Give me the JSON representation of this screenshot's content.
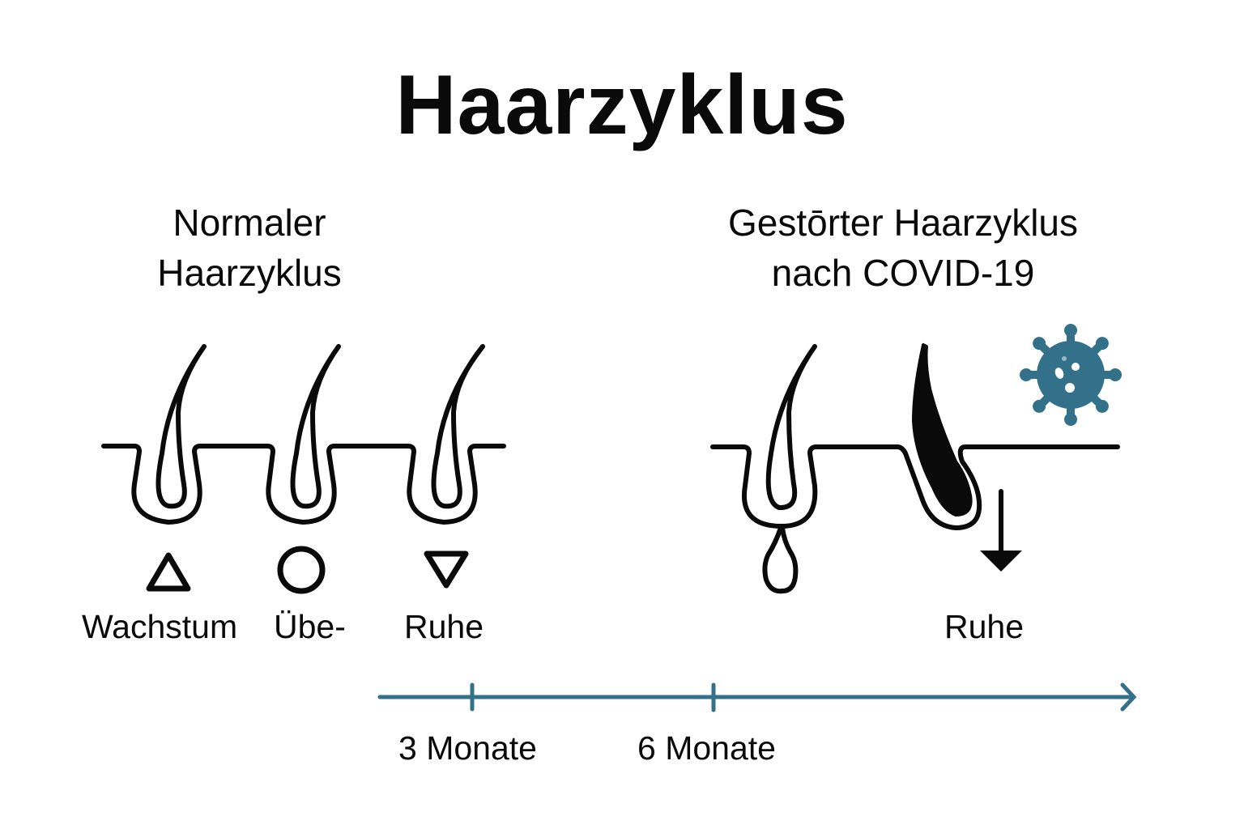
{
  "title": "Haarzyklus",
  "left_panel": {
    "heading_line1": "Normaler",
    "heading_line2": "Haarzyklus",
    "phases": [
      {
        "symbol": "triangle-up-icon",
        "label": "Wachstum"
      },
      {
        "symbol": "circle-icon",
        "label": "Übe-"
      },
      {
        "symbol": "triangle-down-icon",
        "label": "Ruhe"
      }
    ]
  },
  "right_panel": {
    "heading_line1": "Gestōrter Haarzyklus",
    "heading_line2": "nach COVID-19",
    "icons": [
      "hair-follicle-shedding-icon",
      "dark-resting-hair-icon",
      "virus-icon",
      "down-arrow-icon"
    ],
    "phase_label": "Ruhe"
  },
  "timeline": {
    "ticks": [
      {
        "label": "3 Monate"
      },
      {
        "label": "6 Monate"
      }
    ]
  },
  "colors": {
    "ink": "#0a0a0a",
    "accent": "#33718a",
    "background": "#ffffff"
  }
}
